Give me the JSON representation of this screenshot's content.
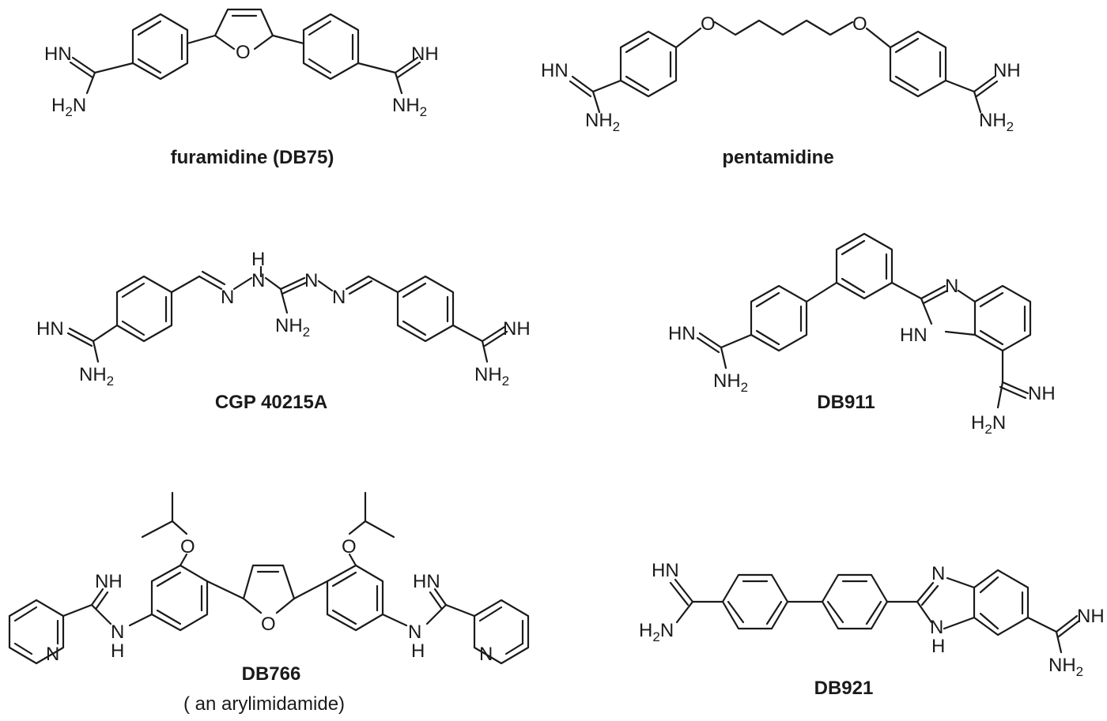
{
  "compounds": [
    {
      "name": "furamidine (DB75)"
    },
    {
      "name": "pentamidine"
    },
    {
      "name": "CGP 40215A"
    },
    {
      "name": "DB911"
    },
    {
      "name": "DB766",
      "note": "( an arylimidamide)"
    },
    {
      "name": "DB921"
    }
  ],
  "atom_labels": {
    "HN": "HN",
    "NH": "NH",
    "H2N": "H",
    "NH2": "NH",
    "sub2": "2",
    "O": "O",
    "N": "N",
    "H": "H"
  }
}
